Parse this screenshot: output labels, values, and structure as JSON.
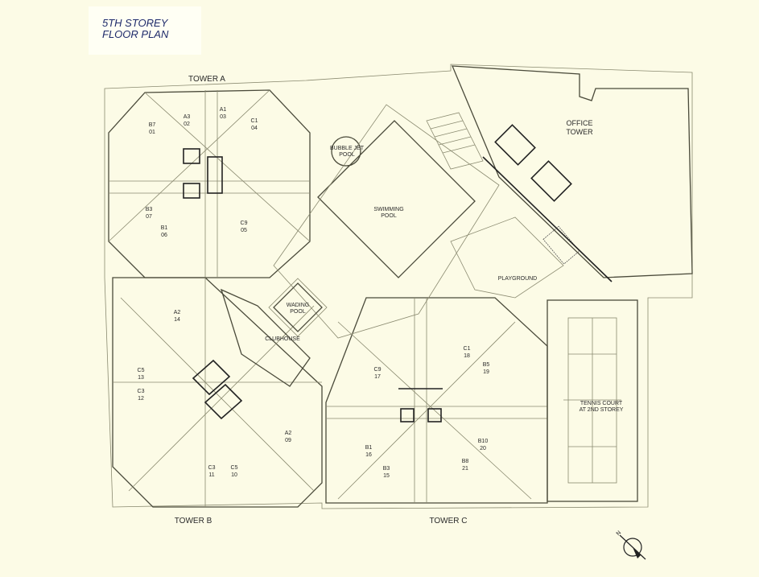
{
  "title": {
    "line1": "5TH STOREY",
    "line2": "FLOOR PLAN"
  },
  "towers": {
    "a": "TOWER A",
    "b": "TOWER B",
    "c": "TOWER C"
  },
  "units": {
    "b7_01": [
      "B7",
      "01"
    ],
    "a3_02": [
      "A3",
      "02"
    ],
    "a1_03": [
      "A1",
      "03"
    ],
    "c1_04": [
      "C1",
      "04"
    ],
    "c9_05": [
      "C9",
      "05"
    ],
    "b1_06": [
      "B1",
      "06"
    ],
    "b3_07": [
      "B3",
      "07"
    ],
    "a2_09": [
      "A2",
      "09"
    ],
    "c5_10": [
      "C5",
      "10"
    ],
    "c3_11": [
      "C3",
      "11"
    ],
    "c3_12": [
      "C3",
      "12"
    ],
    "c5_13": [
      "C5",
      "13"
    ],
    "a2_14": [
      "A2",
      "14"
    ],
    "b3_15": [
      "B3",
      "15"
    ],
    "b1_16": [
      "B1",
      "16"
    ],
    "c9_17": [
      "C9",
      "17"
    ],
    "c1_18": [
      "C1",
      "18"
    ],
    "b5_19": [
      "B5",
      "19"
    ],
    "b10_20": [
      "B10",
      "20"
    ],
    "b8_21": [
      "B8",
      "21"
    ]
  },
  "facilities": {
    "bubble_jet_pool": [
      "BUBBLE JET",
      "POOL"
    ],
    "swimming_pool": [
      "SWIMMING",
      "POOL"
    ],
    "wading_pool": [
      "WADING",
      "POOL"
    ],
    "clubhouse": "CLUBHOUSE",
    "playground": "PLAYGROUND",
    "office_tower": [
      "OFFICE",
      "TOWER"
    ],
    "tennis_court": [
      "TENNIS COURT",
      "AT 2ND STOREY"
    ]
  },
  "compass": {
    "label": "N"
  }
}
